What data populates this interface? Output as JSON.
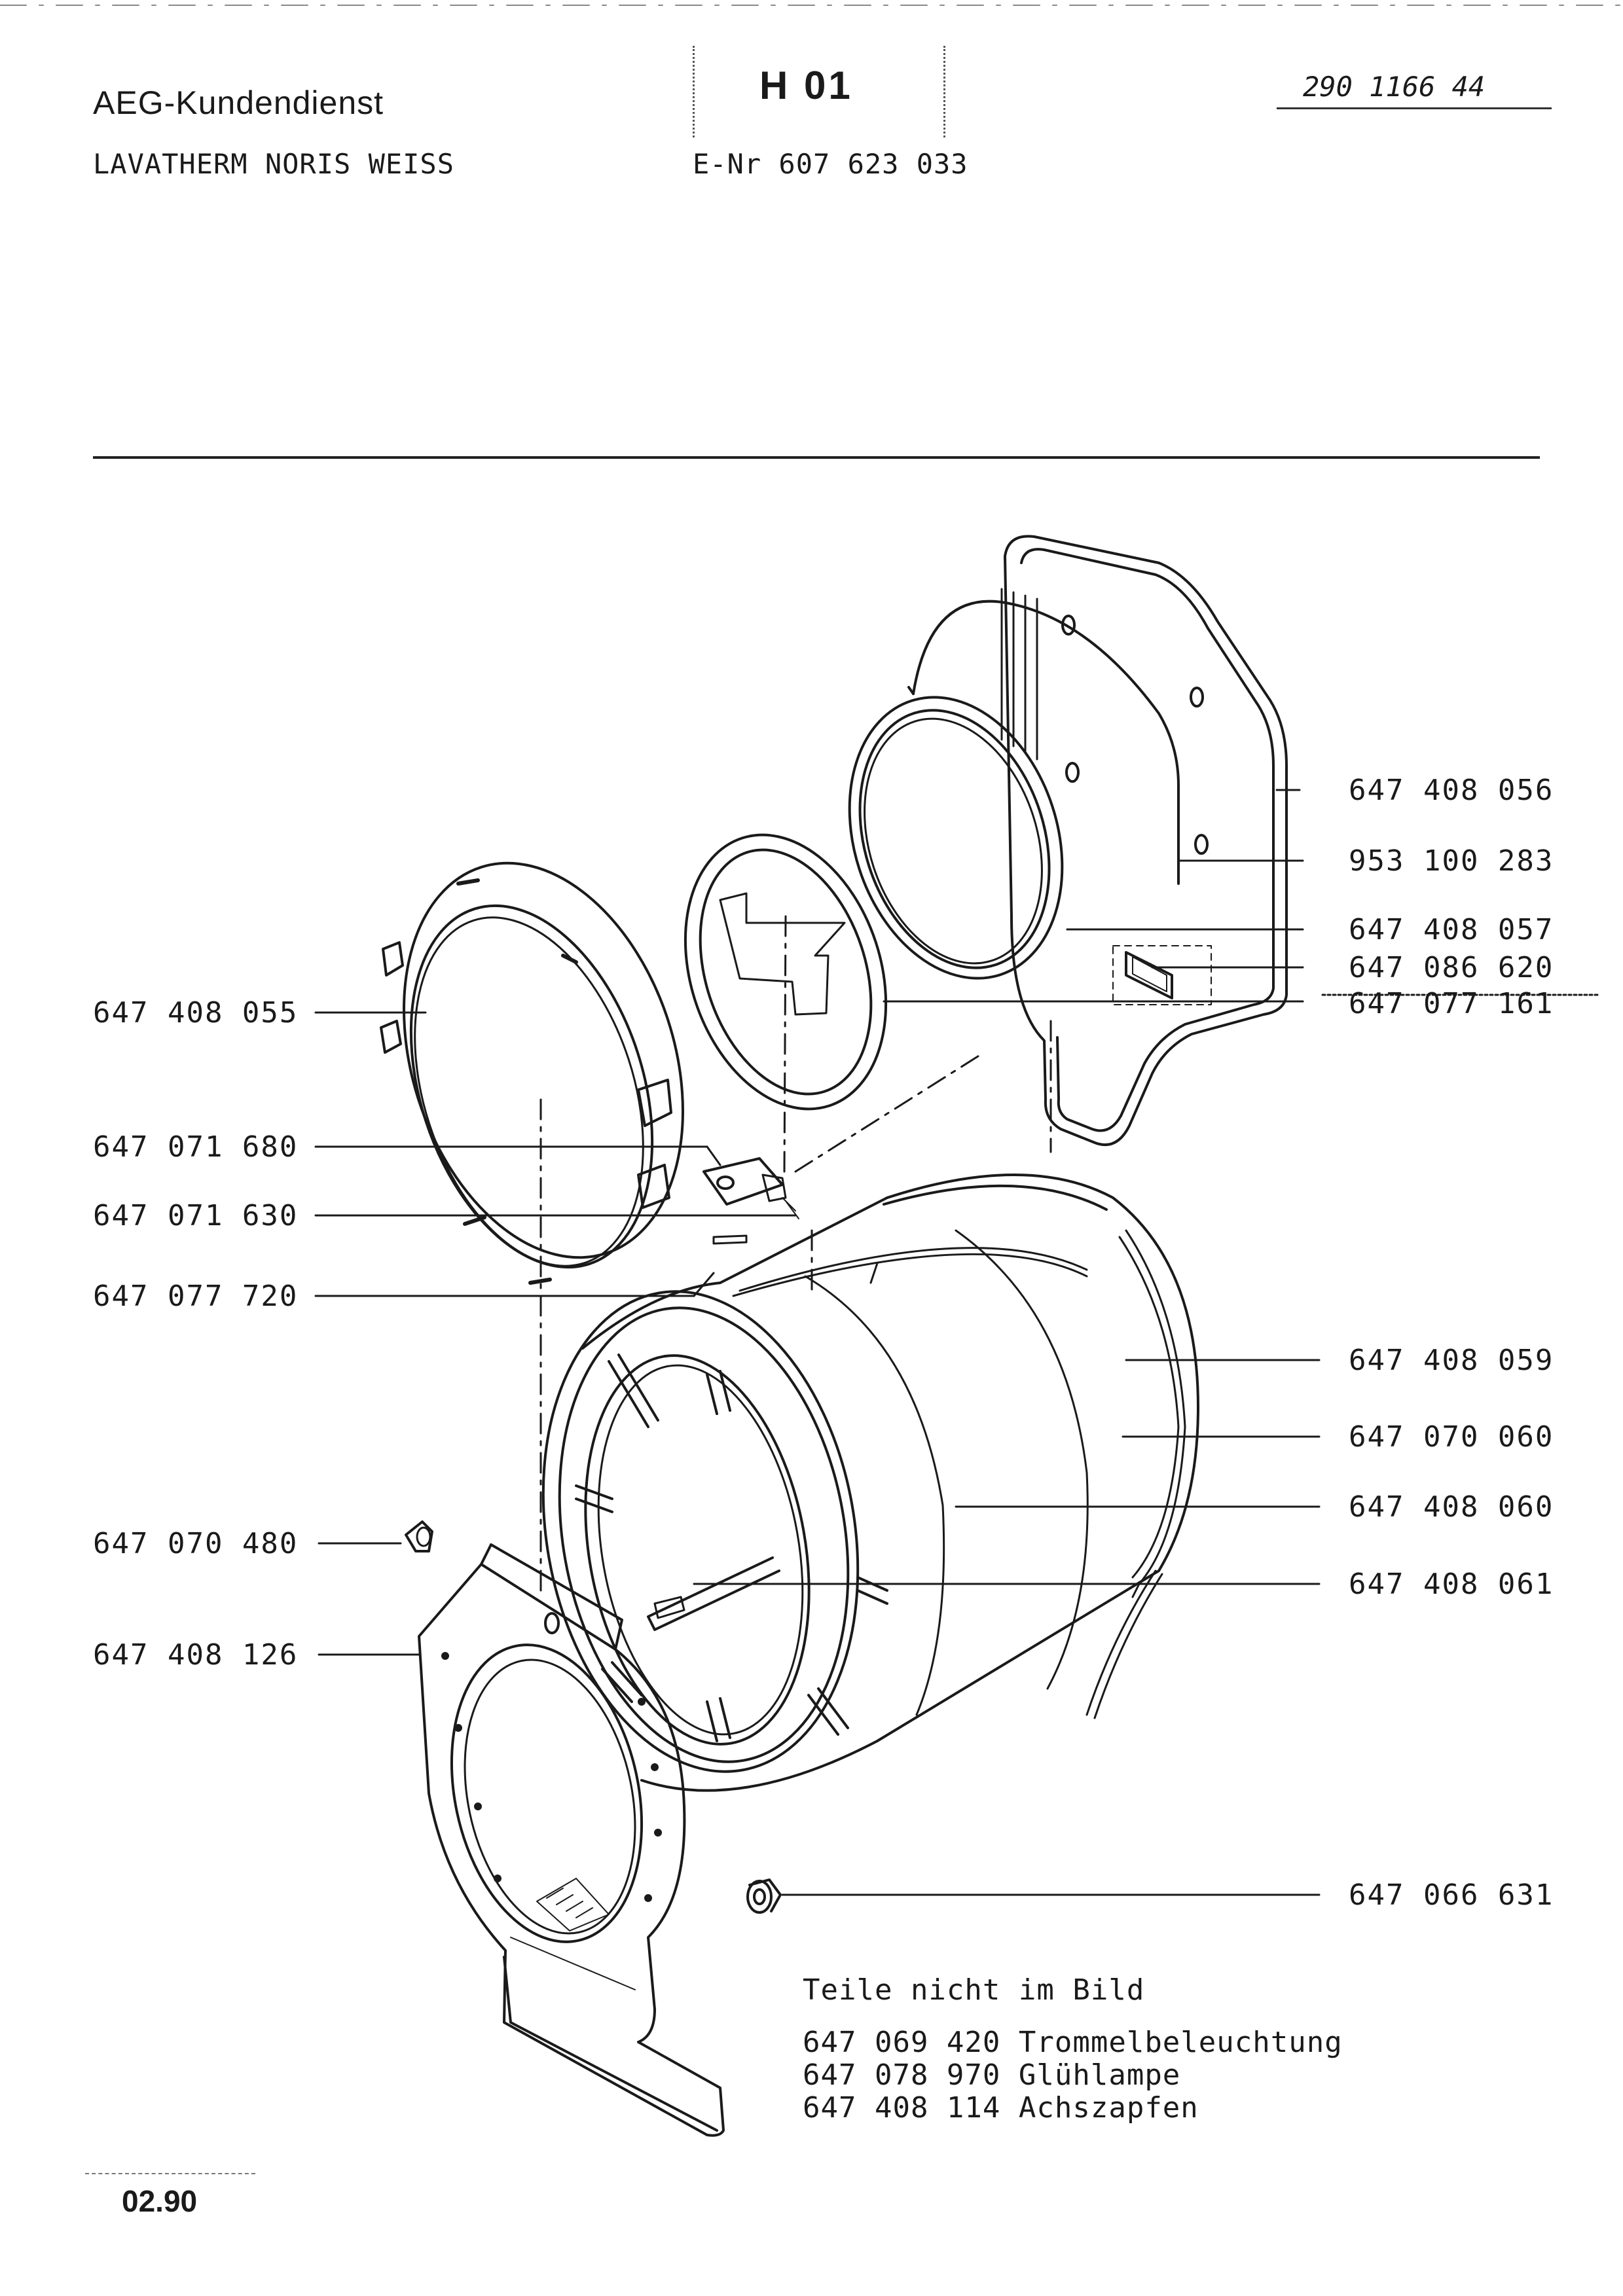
{
  "header": {
    "brand": "AEG-Kundendienst",
    "model": "LAVATHERM NORIS WEISS",
    "page_code": "H 01",
    "e_nr": "E-Nr 607 623 033",
    "doc_number": "290 1166 44"
  },
  "parts_left": [
    "647 408 055",
    "647 071 680",
    "647 071 630",
    "647 077 720",
    "647 070 480",
    "647 408 126"
  ],
  "parts_right": [
    "647 408 056",
    "953 100 283",
    "647 408 057",
    "647 086 620",
    "647 077 161",
    "647 408 059",
    "647 070 060",
    "647 408 060",
    "647 408 061",
    "647 066 631"
  ],
  "notes": {
    "title": "Teile nicht im Bild",
    "items": [
      "647 069 420 Trommelbeleuchtung",
      "647 078 970 Glühlampe",
      "647 408 114 Achszapfen"
    ]
  },
  "footer": {
    "date": "02.90"
  }
}
